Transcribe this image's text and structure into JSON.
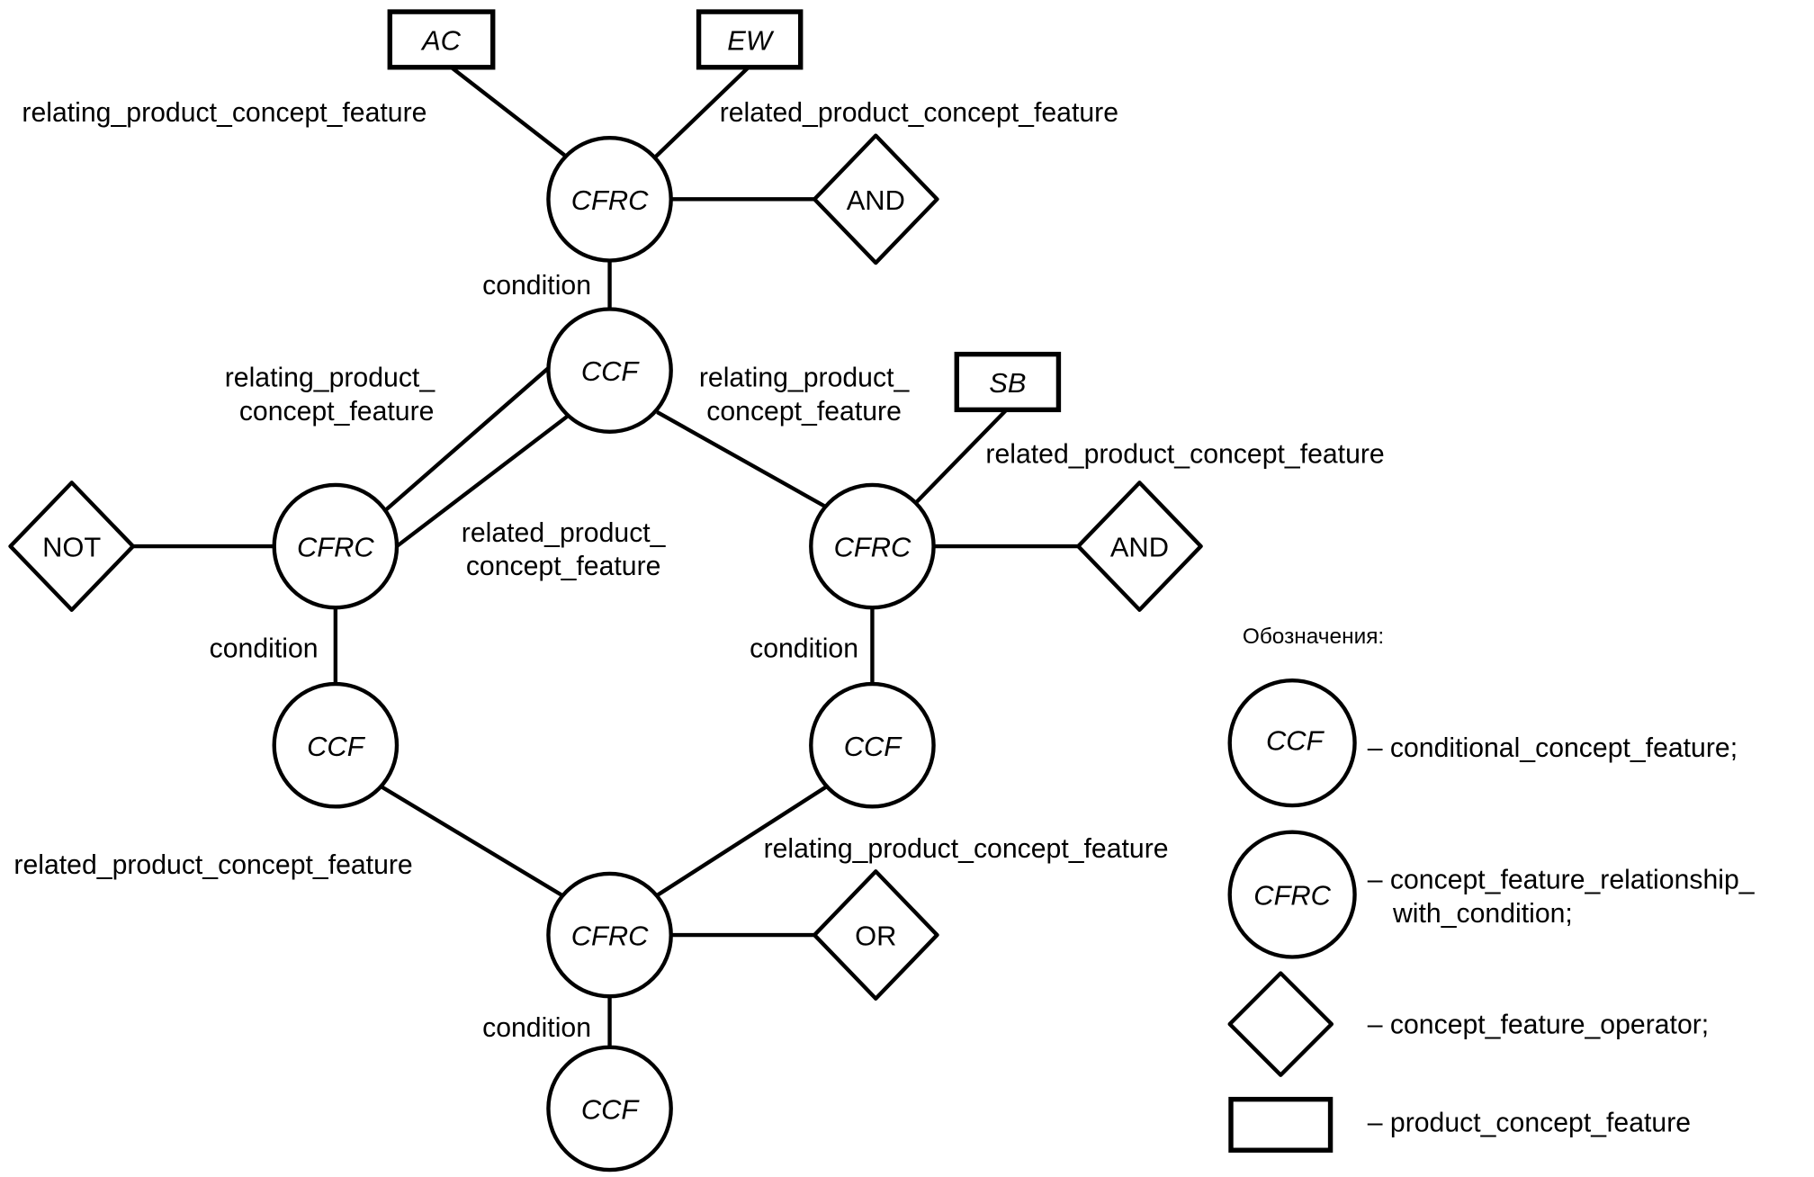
{
  "diagram": {
    "product_features": {
      "ac": "AC",
      "ew": "EW",
      "sb": "SB"
    },
    "nodes": {
      "cfrc_top": "CFRC",
      "ccf_center": "CCF",
      "cfrc_left": "CFRC",
      "cfrc_right": "CFRC",
      "ccf_left": "CCF",
      "ccf_right": "CCF",
      "cfrc_bottom": "CFRC",
      "ccf_bottom": "CCF"
    },
    "operators": {
      "and_top": "AND",
      "not_left": "NOT",
      "and_right": "AND",
      "or_bottom": "OR"
    },
    "labels": {
      "top_relating": "relating_product_concept_feature",
      "top_related": "related_product_concept_feature",
      "top_condition": "condition",
      "left_relating_1": "relating_product_",
      "left_relating_2": "concept_feature",
      "mid_relating_1": "relating_product_",
      "mid_relating_2": "concept_feature",
      "left_related_1": "related_product_",
      "left_related_2": "concept_feature",
      "right_related": "related_product_concept_feature",
      "left_condition": "condition",
      "right_condition": "condition",
      "bottom_related": "related_product_concept_feature",
      "bottom_relating": "relating_product_concept_feature",
      "bottom_condition": "condition"
    }
  },
  "legend": {
    "title": "Обозначения:",
    "items": [
      {
        "symbol": "CCF",
        "text": "– conditional_concept_feature;"
      },
      {
        "symbol": "CFRC",
        "text_1": "– concept_feature_relationship_",
        "text_2": "with_condition;"
      },
      {
        "text": "– concept_feature_operator;"
      },
      {
        "text": "– product_concept_feature"
      }
    ]
  }
}
